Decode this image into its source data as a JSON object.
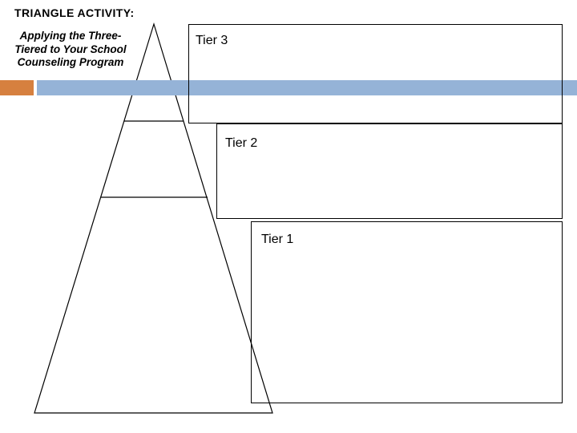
{
  "slide": {
    "title": "TRIANGLE ACTIVITY:",
    "subtitle_line1": "Applying the Three-",
    "subtitle_line2": "Tiered to Your School",
    "subtitle_line3": "Counseling Program"
  },
  "colors": {
    "accent-orange": "#D6803F",
    "accent-blue": "#95B3D7",
    "outline": "#000000"
  },
  "diagram": {
    "type": "tiered-triangle",
    "tiers": [
      {
        "label": "Tier 3"
      },
      {
        "label": "Tier 2"
      },
      {
        "label": "Tier 1"
      }
    ]
  }
}
